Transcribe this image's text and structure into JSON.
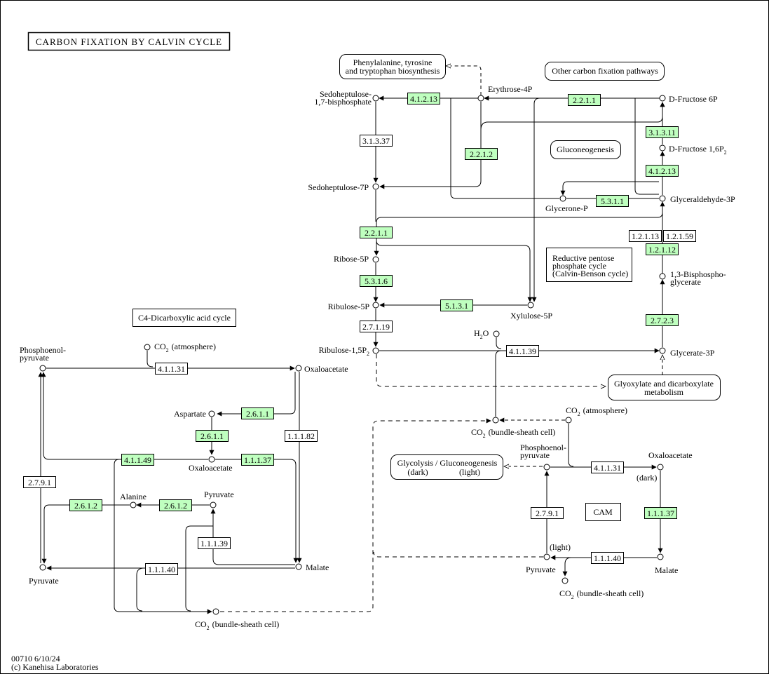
{
  "map": {
    "title": "CARBON FIXATION BY CALVIN CYCLE",
    "footer_id": "00710 6/10/24",
    "footer_copyright": "(c) Kanehisa Laboratories",
    "colors": {
      "enzyme_highlight": "#bfffbf",
      "line": "#000000",
      "background": "#ffffff"
    }
  },
  "pathway_boxes": {
    "phe_tyr_trp": [
      "Phenylalanine, tyrosine",
      "and tryptophan biosynthesis"
    ],
    "other_carbon_fixation": "Other carbon fixation pathways",
    "gluconeogenesis": "Gluconeogenesis",
    "glyoxylate": [
      "Glyoxylate and dicarboxylate",
      "metabolism"
    ],
    "glycolysis": [
      "Glycolysis / Gluconeogenesis",
      "(dark)",
      "(light)"
    ]
  },
  "section_labels": {
    "reductive_pentose": [
      "Reductive pentose",
      "phosphate cycle",
      "(Calvin-Benson cycle)"
    ],
    "c4": "C4-Dicarboxylic acid cycle",
    "cam": "CAM"
  },
  "compounds": {
    "erythrose4p": "Erythrose-4P",
    "sedoheptulose17bp": [
      "Sedoheptulose-",
      "1,7-bisphosphate"
    ],
    "sedoheptulose7p": "Sedoheptulose-7P",
    "d_fructose6p": "D-Fructose 6P",
    "d_fructose16p2": "D-Fructose 1,6P",
    "glyceraldehyde3p": "Glyceraldehyde-3P",
    "glycerone_p": "Glycerone-P",
    "ribose5p": "Ribose-5P",
    "ribulose5p": "Ribulose-5P",
    "xylulose5p": "Xylulose-5P",
    "bisphosphoglycerate": [
      "1,3-Bisphospho-",
      "glycerate"
    ],
    "ribulose15p2": "Ribulose-1,5P",
    "h2o": "H",
    "glycerate3p": "Glycerate-3P",
    "c4_co2_atm": "(atmosphere)",
    "c4_pep": [
      "Phosphoenol-",
      "pyruvate"
    ],
    "c4_oxaloacetate_top": "Oxaloacetate",
    "c4_aspartate": "Aspartate",
    "c4_oxaloacetate_mid": "Oxaloacetate",
    "c4_alanine": "Alanine",
    "c4_pyruvate_mid": "Pyruvate",
    "c4_pyruvate_left": "Pyruvate",
    "c4_malate": "Malate",
    "c4_co2_bundle": "(bundle-sheath cell)",
    "co2_bundle_center": "(bundle-sheath cell)",
    "cam_co2_atm": "(atmosphere)",
    "cam_pep": [
      "Phosphoenol-",
      "pyruvate"
    ],
    "cam_oxaloacetate": "Oxaloacetate",
    "cam_dark": "(dark)",
    "cam_light": "(light)",
    "cam_pyruvate": "Pyruvate",
    "cam_malate": "Malate",
    "cam_co2_bundle": "(bundle-sheath cell)",
    "co2_prefix": "CO",
    "sub_2": "2",
    "h2o_o": "O"
  },
  "enzymes": {
    "e_4_1_2_13_top": "4.1.2.13",
    "e_2_2_1_1_top": "2.2.1.1",
    "e_3_1_3_37": "3.1.3.37",
    "e_2_2_1_2": "2.2.1.2",
    "e_3_1_3_11": "3.1.3.11",
    "e_4_1_2_13_right": "4.1.2.13",
    "e_5_3_1_1": "5.3.1.1",
    "e_2_2_1_1_mid": "2.2.1.1",
    "e_1_2_1_13": "1.2.1.13",
    "e_1_2_1_59": "1.2.1.59",
    "e_1_2_1_12": "1.2.1.12",
    "e_5_3_1_6": "5.3.1.6",
    "e_5_1_3_1": "5.1.3.1",
    "e_2_7_2_3": "2.7.2.3",
    "e_2_7_1_19": "2.7.1.19",
    "e_4_1_1_39": "4.1.1.39",
    "e_4_1_1_31_c4": "4.1.1.31",
    "e_2_6_1_1_a": "2.6.1.1",
    "e_2_6_1_1_b": "2.6.1.1",
    "e_1_1_1_82": "1.1.1.82",
    "e_4_1_1_49": "4.1.1.49",
    "e_1_1_1_37_c4": "1.1.1.37",
    "e_2_7_9_1_c4": "2.7.9.1",
    "e_2_6_1_2_a": "2.6.1.2",
    "e_2_6_1_2_b": "2.6.1.2",
    "e_1_1_1_39": "1.1.1.39",
    "e_1_1_1_40_c4": "1.1.1.40",
    "e_4_1_1_31_cam": "4.1.1.31",
    "e_2_7_9_1_cam": "2.7.9.1",
    "e_1_1_1_37_cam": "1.1.1.37",
    "e_1_1_1_40_cam": "1.1.1.40"
  }
}
